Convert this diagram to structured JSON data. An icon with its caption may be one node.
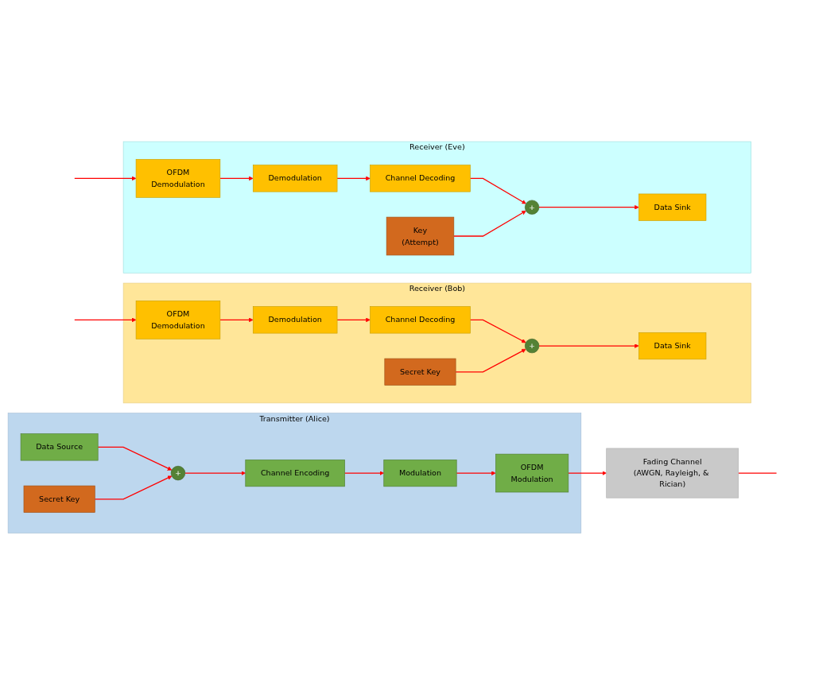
{
  "diagram": {
    "nodes": [
      {
        "text": [
          "Transmitter (Alice)"
        ]
      },
      {
        "text": [
          "Secret Key"
        ],
        "in": 0
      },
      {
        "text": [
          "Data Source"
        ],
        "in": 0
      },
      {
        "text": [
          "+"
        ],
        "in": 0
      },
      {
        "text": [
          "Channel Encoding"
        ],
        "in": 0
      },
      {
        "text": [
          "Modulation"
        ],
        "in": 0
      },
      {
        "text": [
          "OFDM",
          "Modulation"
        ],
        "in": 0
      },
      {
        "text": [
          "Fading Channel",
          "(AWGN, Rayleigh, & Rician)"
        ]
      },
      {
        "text": [
          "Receiver (Bob)"
        ]
      },
      {
        "text": [
          "Secret Key"
        ],
        "in": 8
      },
      {
        "text": [
          "Data Sink"
        ],
        "in": 8
      },
      {
        "text": [
          "+"
        ],
        "in": 8
      },
      {
        "text": [
          "Channel Decoding"
        ],
        "in": 8
      },
      {
        "text": [
          "Demodulation"
        ],
        "in": 8
      },
      {
        "text": [
          "OFDM",
          "Demodulation"
        ],
        "in": 8
      },
      {
        "text": [
          "Receiver (Eve)"
        ]
      },
      {
        "text": [
          "Key",
          "(Attempt)"
        ],
        "in": 15
      },
      {
        "text": [
          "Data Sink"
        ],
        "in": 15
      },
      {
        "text": [
          "+"
        ],
        "in": 15
      },
      {
        "text": [
          "Channel Decoding"
        ],
        "in": 15
      },
      {
        "text": [
          "Demodulation"
        ],
        "in": 15
      },
      {
        "text": [
          "OFDM",
          "Demodulation"
        ],
        "in": 15
      }
    ],
    "edges": [
      {
        "from": 2,
        "to": 3,
        "arrow": "to"
      },
      {
        "from": 1,
        "to": 3,
        "arrow": "to"
      },
      {
        "from": 3,
        "to": 4,
        "arrow": "to"
      },
      {
        "from": 4,
        "to": 5,
        "arrow": "to"
      },
      {
        "from": 5,
        "to": 6,
        "arrow": "to"
      },
      {
        "from": 6,
        "to": 7,
        "arrow": "to"
      },
      {
        "from": 7,
        "to": null,
        "arrow": "none"
      },
      {
        "from": null,
        "to": 14,
        "arrow": "to"
      },
      {
        "from": 14,
        "to": 13,
        "arrow": "to"
      },
      {
        "from": 13,
        "to": 12,
        "arrow": "to"
      },
      {
        "from": 12,
        "to": 11,
        "arrow": "to"
      },
      {
        "from": 9,
        "to": 11,
        "arrow": "to"
      },
      {
        "from": 11,
        "to": 10,
        "arrow": "to"
      },
      {
        "from": null,
        "to": 21,
        "arrow": "to"
      },
      {
        "from": 21,
        "to": 20,
        "arrow": "to"
      },
      {
        "from": 20,
        "to": 19,
        "arrow": "to"
      },
      {
        "from": 19,
        "to": 18,
        "arrow": "to"
      },
      {
        "from": 16,
        "to": 18,
        "arrow": "to"
      },
      {
        "from": 18,
        "to": 17,
        "arrow": "to"
      }
    ]
  }
}
